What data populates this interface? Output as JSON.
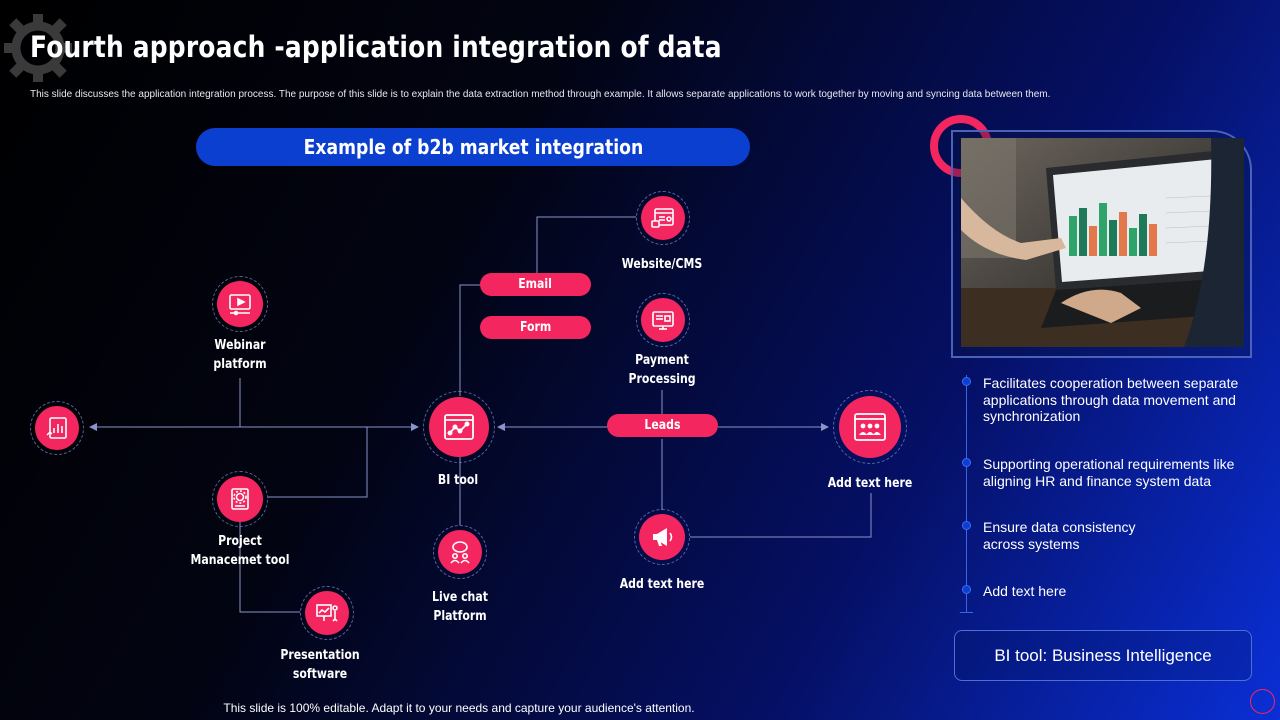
{
  "slide": {
    "title": "Fourth approach -application integration of data",
    "subtitle": "This slide discusses the application integration process. The purpose of this slide is to explain the data extraction method through example. It allows separate applications to work together by moving and syncing data between them.",
    "footer": "This slide is 100% editable. Adapt it to your needs and capture your audience's attention."
  },
  "diagram": {
    "banner": "Example of b2b market integration",
    "nodes": {
      "report": {
        "icon": "report-chart-icon"
      },
      "webinar": {
        "label_line1": "Webinar",
        "label_line2": "platform",
        "icon": "video-play-icon"
      },
      "project": {
        "label_line1": "Project",
        "label_line2": "Manacemet  tool",
        "icon": "gear-clipboard-icon"
      },
      "presentation": {
        "label_line1": "Presentation",
        "label_line2": "software",
        "icon": "presenter-board-icon"
      },
      "bi_tool": {
        "label": "BI tool",
        "icon": "line-chart-browser-icon"
      },
      "live_chat": {
        "label_line1": "Live chat",
        "label_line2": "Platform",
        "icon": "chat-users-icon"
      },
      "website": {
        "label": "Website/CMS",
        "icon": "web-page-icon"
      },
      "payment": {
        "label_line1": "Payment",
        "label_line2": "Processing",
        "icon": "payment-screen-icon"
      },
      "marketing": {
        "label": "Add text here",
        "icon": "megaphone-icon"
      },
      "team": {
        "label": "Add text here",
        "icon": "group-browser-icon"
      }
    },
    "pills": {
      "email": "Email",
      "form": "Form",
      "leads": "Leads"
    }
  },
  "side_panel": {
    "image": {
      "icon": "laptop-analytics-photo"
    },
    "bullets": [
      "Facilitates cooperation between separate applications through data movement and synchronization",
      "Supporting operational requirements like aligning HR  and finance system data",
      "Ensure data consistency across systems",
      "Add text here"
    ],
    "definition": "BI tool: Business Intelligence"
  },
  "colors": {
    "accent_pink": "#f4265f",
    "banner_blue": "#0b3fd0",
    "connector": "#8a94c8"
  }
}
